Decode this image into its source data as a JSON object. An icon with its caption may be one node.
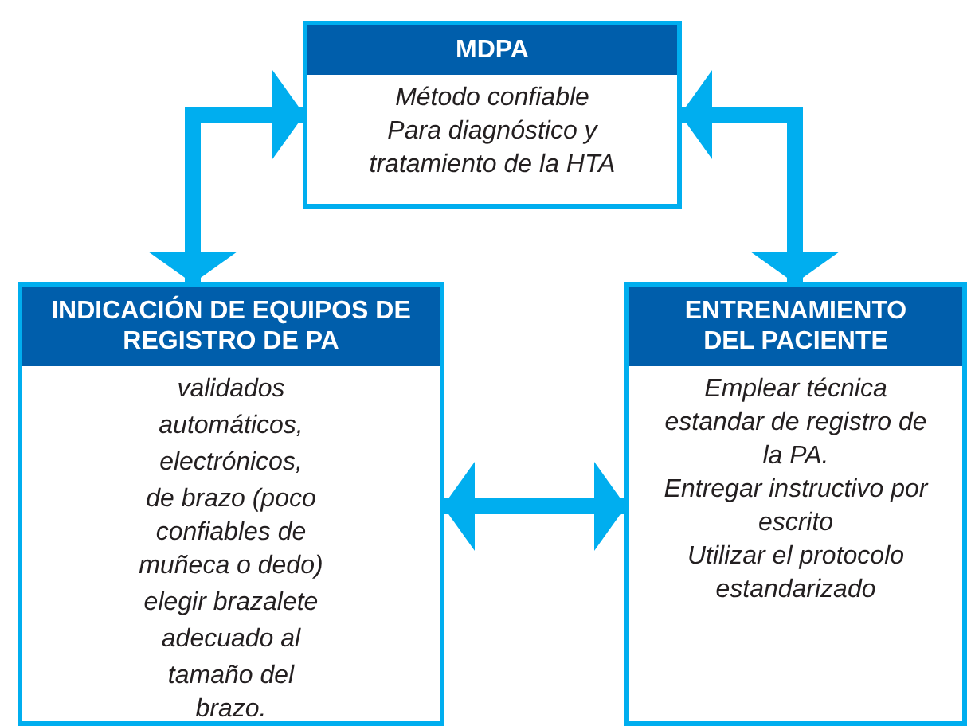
{
  "diagram": {
    "nodes": [
      {
        "text": [
          "MDPA",
          "Método confiable",
          "Para diagnóstico y tratamiento de la HTA"
        ]
      },
      {
        "text": [
          "INDICACIÓN DE EQUIPOS DE REGISTRO DE PA",
          "validados",
          "automáticos,",
          "electrónicos,",
          "de brazo (poco confiables de muñeca o dedo)",
          "elegir brazalete",
          "adecuado al",
          "tamaño del brazo."
        ]
      },
      {
        "text": [
          "ENTRENAMIENTO DEL PACIENTE",
          "Emplear técnica estandar de registro de la PA.",
          "Entregar instructivo por escrito",
          "Utilizar el protocolo estandarizado"
        ]
      }
    ],
    "edges": [
      {
        "from": 0,
        "to": 1,
        "arrow": "both"
      },
      {
        "from": 0,
        "to": 2,
        "arrow": "both"
      },
      {
        "from": 1,
        "to": 2,
        "arrow": "both"
      }
    ]
  }
}
